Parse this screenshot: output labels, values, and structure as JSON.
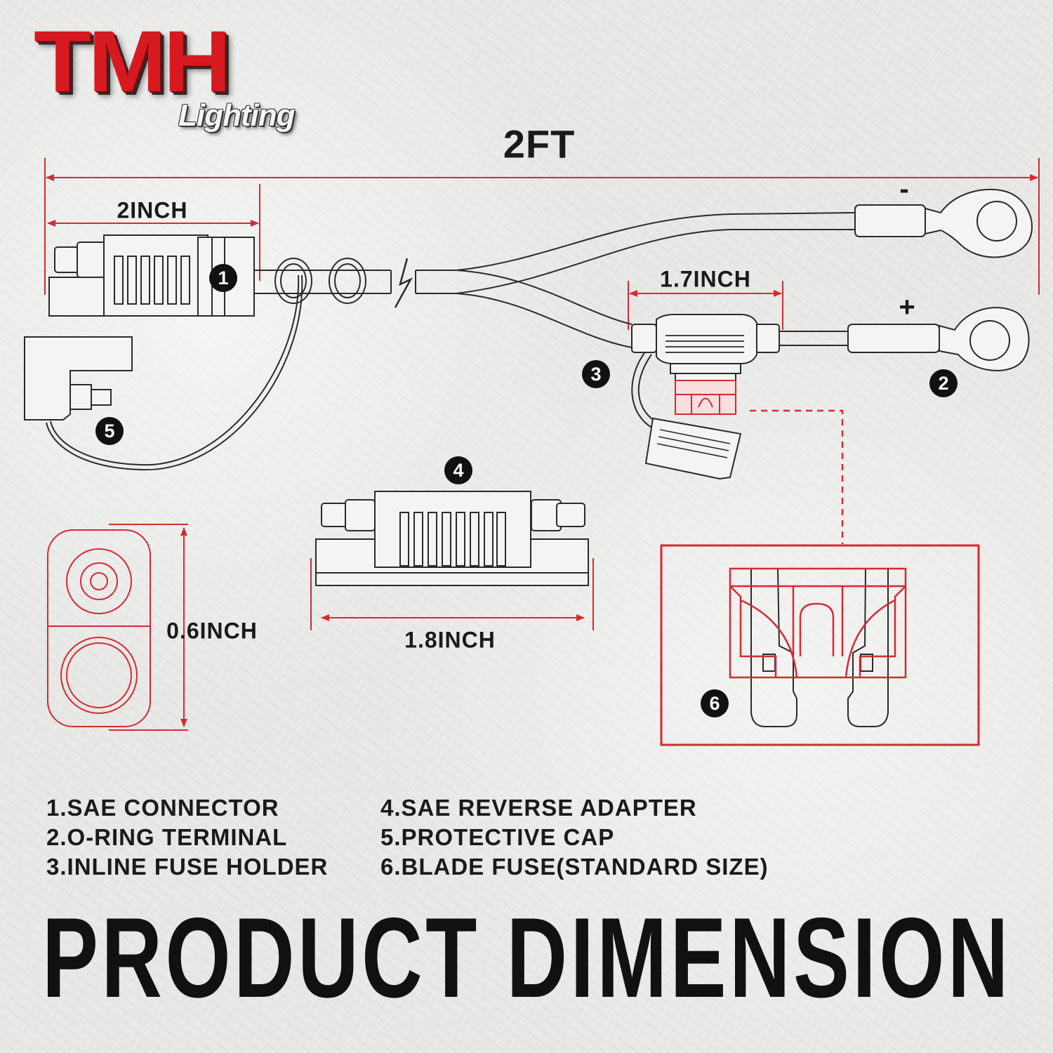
{
  "brand": {
    "logo_main": "TMH",
    "logo_sub": "Lighting",
    "accent_color": "#d71920"
  },
  "dimensions": {
    "overall": "2FT",
    "sae_connector": "2INCH",
    "fuse_holder": "1.7INCH",
    "adapter": "1.8INCH",
    "connector_face": "0.6INCH"
  },
  "polarity": {
    "negative": "-",
    "positive": "+"
  },
  "callouts": [
    "1",
    "2",
    "3",
    "4",
    "5",
    "6"
  ],
  "legend": {
    "left": [
      "1.SAE CONNECTOR",
      "2.O-RING TERMINAL",
      "3.INLINE FUSE HOLDER"
    ],
    "right": [
      "4.SAE REVERSE ADAPTER",
      "5.PROTECTIVE CAP",
      "6.BLADE FUSE(STANDARD SIZE)"
    ]
  },
  "title": "PRODUCT DIMENSION",
  "colors": {
    "dimension_line": "#d42a32",
    "outline": "#2a2a2a",
    "fuse_red": "#d42a32"
  }
}
